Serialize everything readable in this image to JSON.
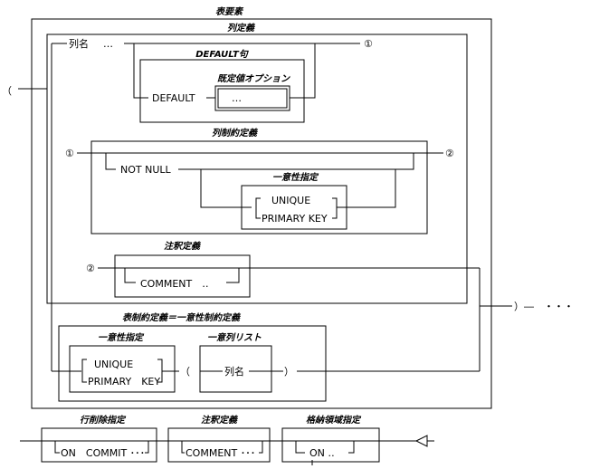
{
  "titles": {
    "table_element": "表要素",
    "column_definition": "列定義",
    "default_clause": "DEFAULT句",
    "default_value_option": "既定値オプション",
    "column_constraint_definition": "列制約定義",
    "unique_specification": "一意性指定",
    "comment_definition": "注釈定義",
    "table_constraint_definition": "表制約定義＝一意性制約定義",
    "unique_spec_2": "一意性指定",
    "unique_column_list": "一意列リスト",
    "row_delete_specification": "行削除指定",
    "comment_definition_2": "注釈定義",
    "storage_area_specification": "格納領域指定"
  },
  "labels": {
    "open_paren": "（",
    "column_name": "列名",
    "column_name_ellipsis": "…",
    "connector_1": "①",
    "connector_1b": "①",
    "connector_2": "②",
    "connector_2b": "②",
    "default_kw": "DEFAULT",
    "default_value": "…",
    "not_null": "NOT NULL",
    "unique": "UNIQUE",
    "primary_key": "PRIMARY KEY",
    "comment": "COMMENT　‥",
    "close_paren_continue": "）―　・・・",
    "unique_2": "UNIQUE",
    "primary_key_2": "PRIMARY　KEY",
    "list_open_paren": "（",
    "list_column_name": "列名",
    "list_close_paren": "）",
    "on_commit": "ON　COMMIT ･･･",
    "comment_2": "COMMENT ･･･",
    "on_clause": "ON ‥"
  }
}
